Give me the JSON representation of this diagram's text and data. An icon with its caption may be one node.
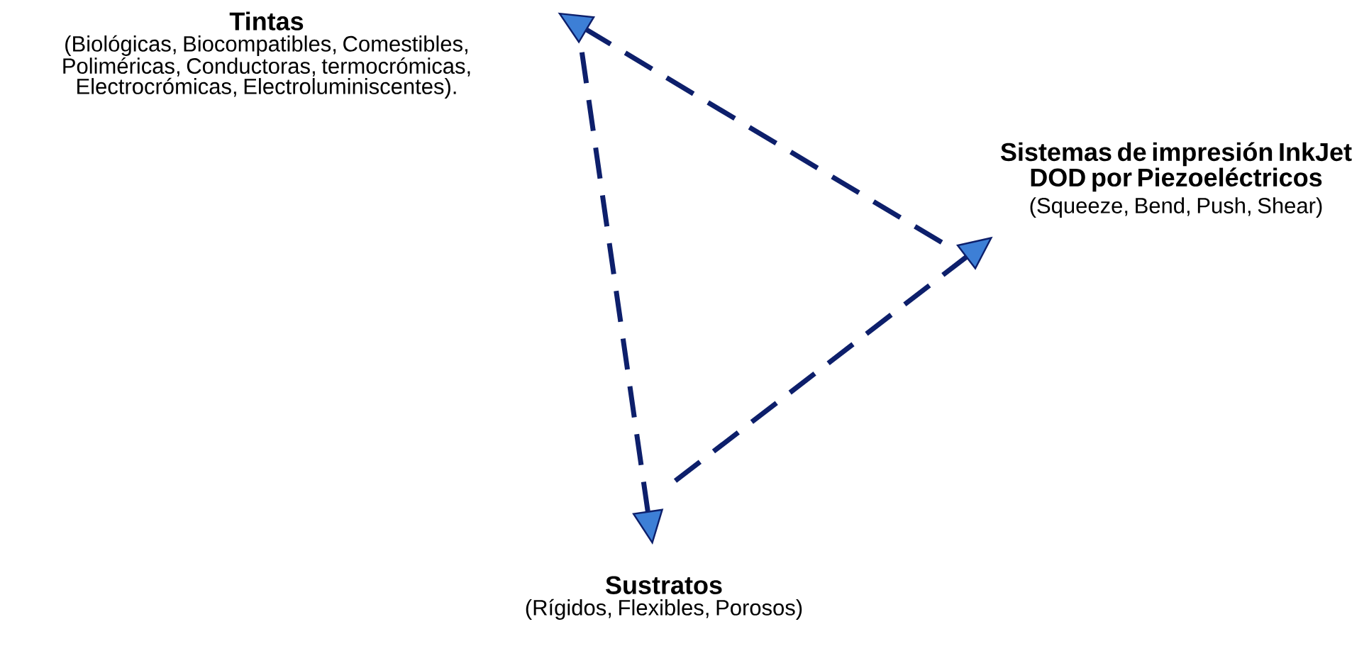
{
  "diagram": {
    "nodes": [
      {
        "text": [
          "Tintas",
          "(Biológicas, Biocompatibles, Comestibles, Poliméricas, Conductoras, termocrómicas, Electrocrómicas, Electroluminiscentes)."
        ]
      },
      {
        "text": [
          "Sistemas de impresión InkJet DOD por Piezoeléctricos",
          "(Squeeze, Bend, Push, Shear)"
        ]
      },
      {
        "text": [
          "Sustratos",
          "(Rígidos, Flexibles, Porosos)"
        ]
      }
    ],
    "edges": [
      {
        "from": 1,
        "to": 0,
        "arrow": "to",
        "style": "dashed"
      },
      {
        "from": 0,
        "to": 2,
        "arrow": "to",
        "style": "dashed"
      },
      {
        "from": 2,
        "to": 1,
        "arrow": "to",
        "style": "dashed"
      }
    ]
  }
}
